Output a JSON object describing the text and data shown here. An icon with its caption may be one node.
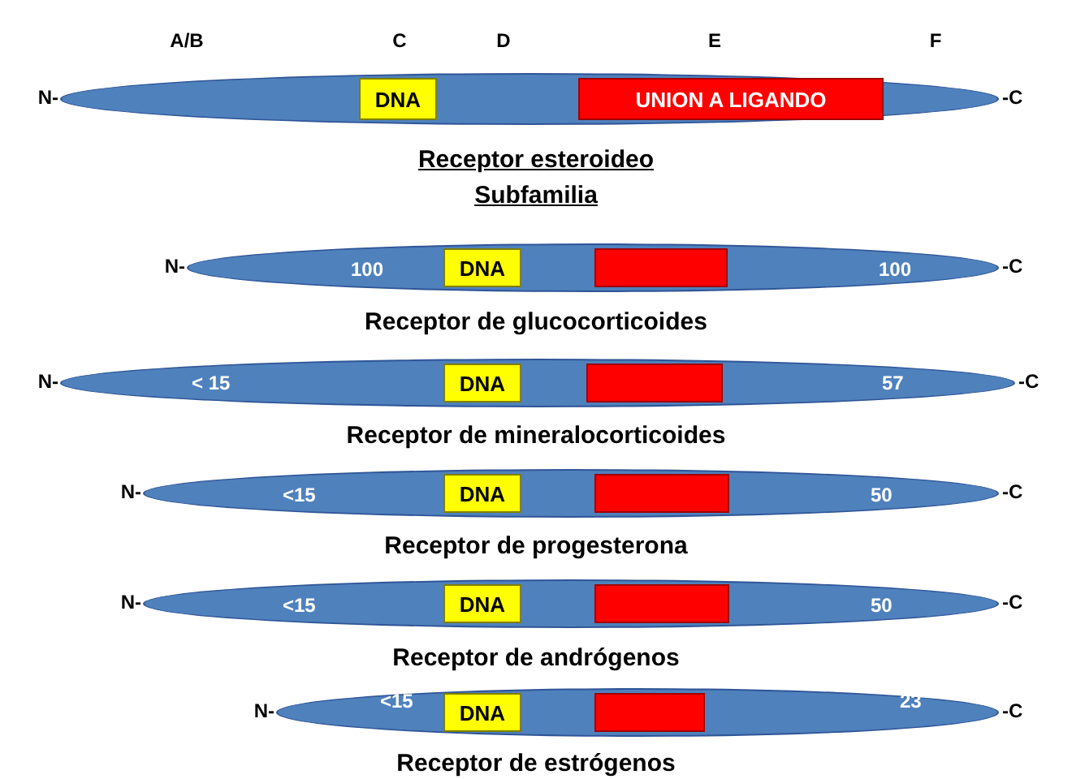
{
  "diagram": {
    "nodes": [
      {
        "text": [],
        "shape": "bar",
        "beside": [
          "N-",
          "-C"
        ]
      },
      {
        "text": [
          "DNA"
        ],
        "in": 0
      },
      {
        "text": [
          "UNION A LIGANDO"
        ],
        "in": 0
      },
      {
        "text": [
          "100",
          "100"
        ],
        "beside": [
          "N-",
          "-C",
          "Receptor de glucocorticoides"
        ]
      },
      {
        "text": [
          "DNA"
        ],
        "in": 3
      },
      {
        "text": [],
        "shape": "box",
        "in": 3
      },
      {
        "text": [
          "< 15",
          "57"
        ],
        "beside": [
          "N-",
          "-C",
          "Receptor de mineralocorticoides"
        ]
      },
      {
        "text": [
          "DNA"
        ],
        "in": 6
      },
      {
        "text": [],
        "shape": "box",
        "in": 6
      },
      {
        "text": [
          "<15",
          "50"
        ],
        "beside": [
          "N-",
          "-C",
          "Receptor de progesterona"
        ]
      },
      {
        "text": [
          "DNA"
        ],
        "in": 9
      },
      {
        "text": [],
        "shape": "box",
        "in": 9
      },
      {
        "text": [
          "<15",
          "50"
        ],
        "beside": [
          "N-",
          "-C",
          "Receptor de andrógenos"
        ]
      },
      {
        "text": [
          "DNA"
        ],
        "in": 12
      },
      {
        "text": [],
        "shape": "box",
        "in": 12
      },
      {
        "text": [
          "<15",
          "23"
        ],
        "beside": [
          "N-",
          "-C",
          "Receptor de estrógenos"
        ]
      },
      {
        "text": [
          "DNA"
        ],
        "in": 15
      },
      {
        "text": [],
        "shape": "box",
        "in": 15
      }
    ],
    "edges": [],
    "labels": [
      "A/B",
      "C",
      "D",
      "E",
      "F",
      "Receptor esteroideo",
      "Subfamilia"
    ]
  }
}
